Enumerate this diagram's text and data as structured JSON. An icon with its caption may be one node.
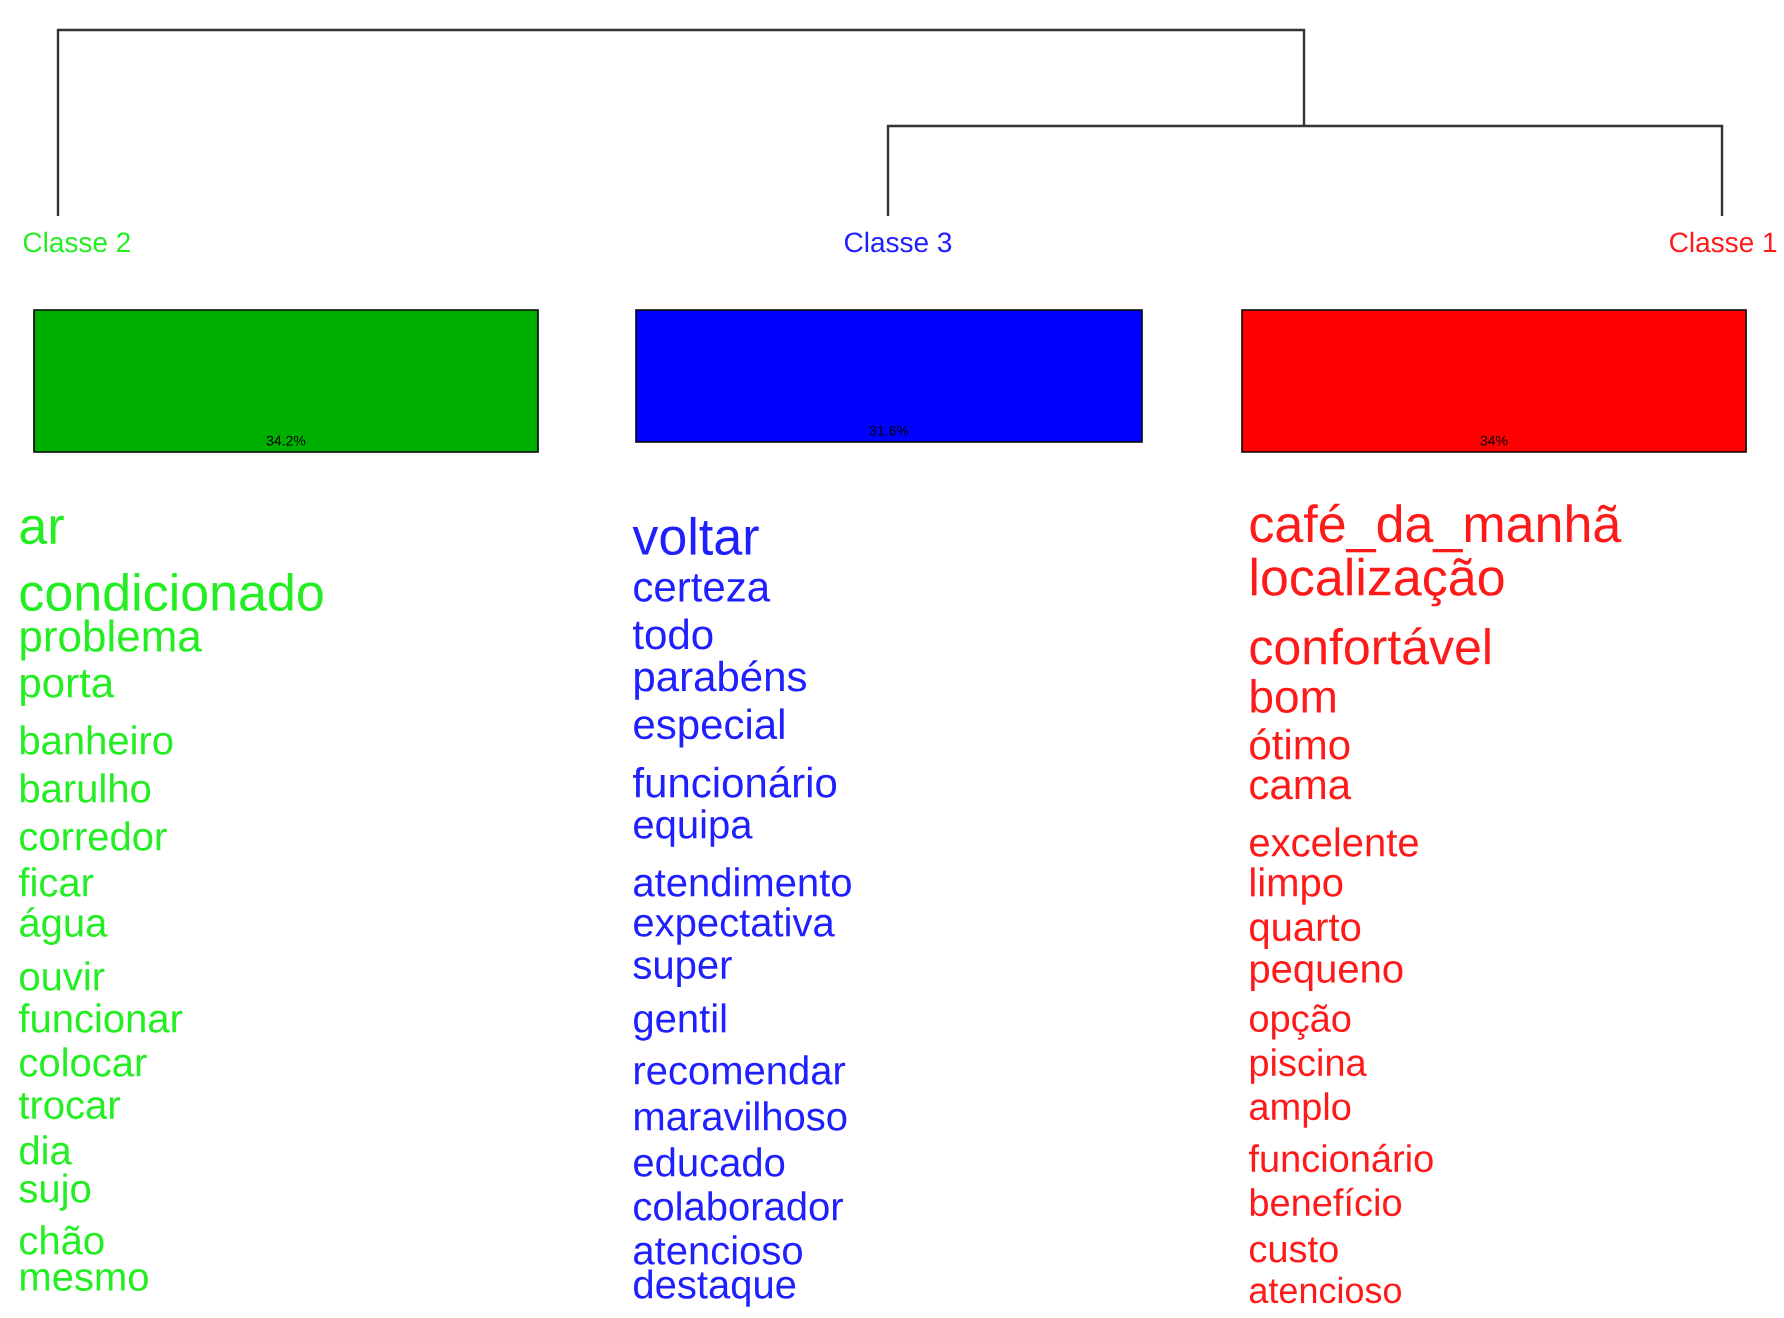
{
  "diagram": {
    "nodes": [
      {
        "text": [
          "Classe 2"
        ]
      },
      {
        "text": [
          "Classe 3"
        ]
      },
      {
        "text": [
          "Classe 1"
        ]
      },
      {
        "text": [
          "34.2%"
        ],
        "beside": [
          "ar",
          "condicionado",
          "problema",
          "porta",
          "banheiro",
          "barulho",
          "corredor",
          "ficar",
          "água",
          "ouvir",
          "funcionar",
          "colocar",
          "trocar",
          "dia",
          "sujo",
          "chão",
          "mesmo"
        ]
      },
      {
        "text": [
          "31.6%"
        ],
        "beside": [
          "voltar",
          "certeza",
          "todo",
          "parabéns",
          "especial",
          "funcionário",
          "equipa",
          "atendimento",
          "expectativa",
          "super",
          "gentil",
          "recomendar",
          "maravilhoso",
          "educado",
          "colaborador",
          "atencioso",
          "destaque"
        ]
      },
      {
        "text": [
          "34%"
        ],
        "beside": [
          "café_da_manhã",
          "localização",
          "confortável",
          "bom",
          "ótimo",
          "cama",
          "excelente",
          "limpo",
          "quarto",
          "pequeno",
          "opção",
          "piscina",
          "amplo",
          "funcionário",
          "benefício",
          "custo",
          "atencioso"
        ]
      }
    ]
  }
}
